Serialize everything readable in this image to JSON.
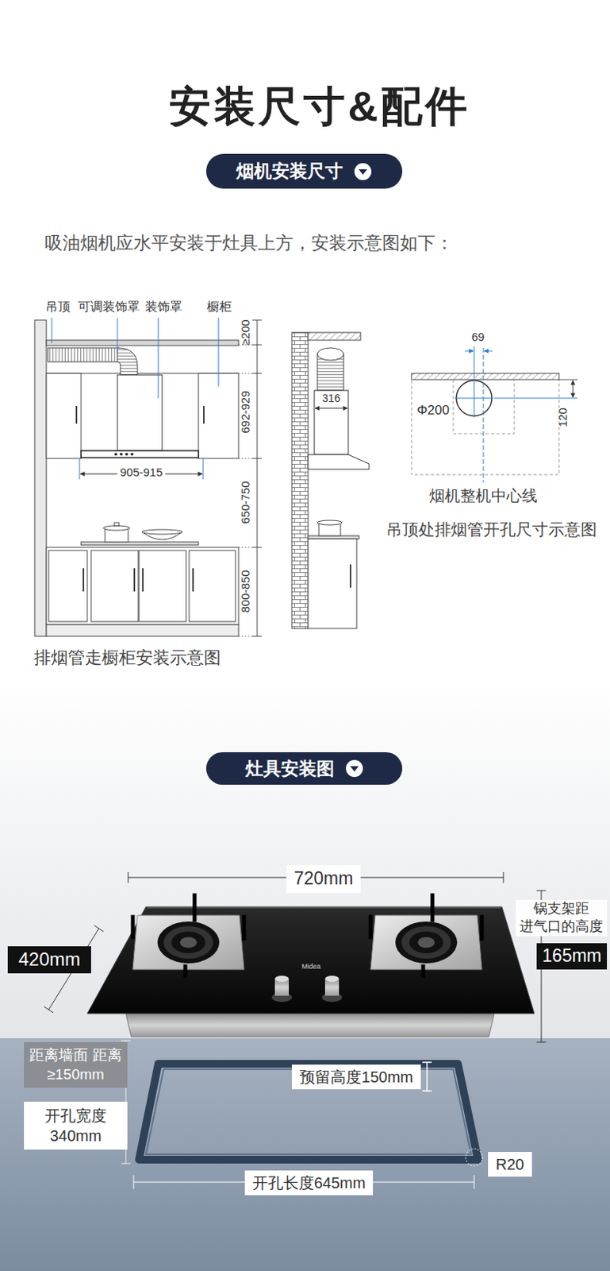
{
  "diagram": {
    "title": "安装尺寸&配件",
    "nodes": [
      {
        "text": [
          "烟机安装尺寸"
        ]
      },
      {
        "text": [
          "灶具安装图"
        ]
      },
      {
        "text": [
          "720mm"
        ]
      },
      {
        "text": [
          "420mm"
        ]
      },
      {
        "text": [
          "165mm"
        ]
      },
      {
        "text": [
          "距离墙面 距离≥150mm"
        ]
      },
      {
        "text": [
          "开孔宽度 340mm"
        ]
      },
      {
        "text": [
          "预留高度150mm"
        ]
      },
      {
        "text": [
          "R20"
        ]
      },
      {
        "text": [
          "开孔长度645mm"
        ]
      }
    ],
    "labels": [
      "吸油烟机应水平安装于灶具上方，安装示意图如下：",
      "吊顶",
      "可调装饰罩",
      "装饰罩",
      "橱柜",
      "≥200",
      "692-929",
      "905-915",
      "650-750",
      "800-850",
      "排烟管走橱柜安装示意图",
      "316",
      "69",
      "Φ200",
      "120",
      "烟机整机中心线",
      "吊顶处排烟管开孔尺寸示意图",
      "锅支架距 进气口的高度",
      "Midea"
    ]
  }
}
